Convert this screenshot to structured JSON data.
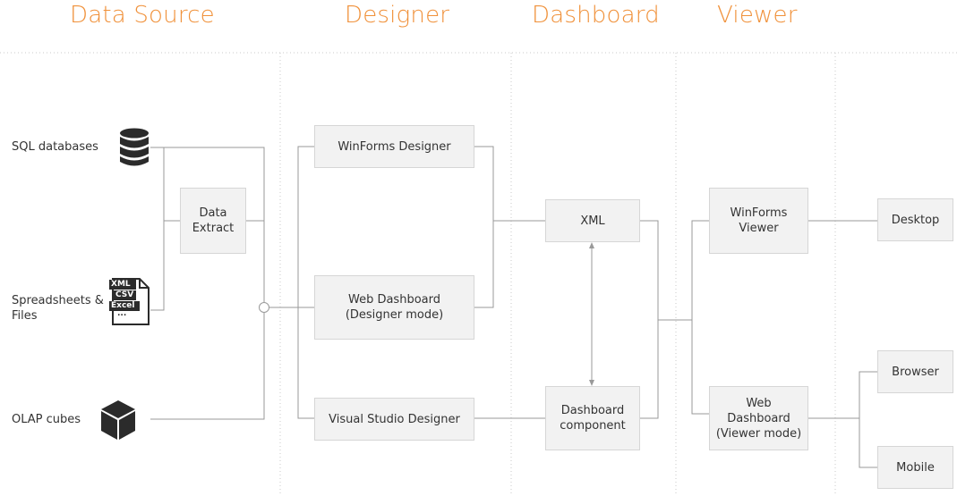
{
  "headers": {
    "data_source": "Data Source",
    "designer": "Designer",
    "dashboard": "Dashboard",
    "viewer": "Viewer"
  },
  "sources": {
    "sql": "SQL databases",
    "files": "Spreadsheets &\nFiles",
    "olap": "OLAP cubes"
  },
  "file_icon": {
    "xml": "XML",
    "csv": "CSV",
    "excel": "Excel",
    "more": "..."
  },
  "boxes": {
    "data_extract": "Data\nExtract",
    "winforms_designer": "WinForms Designer",
    "web_dashboard_designer": "Web Dashboard\n(Designer mode)",
    "vs_designer": "Visual Studio Designer",
    "xml": "XML",
    "dashboard_component": "Dashboard\ncomponent",
    "winforms_viewer": "WinForms\nViewer",
    "web_dashboard_viewer": "Web Dashboard\n(Viewer mode)",
    "desktop": "Desktop",
    "browser": "Browser",
    "mobile": "Mobile"
  },
  "colors": {
    "accent": "#f0913a",
    "line": "#999999",
    "box_fill": "#f2f2f2",
    "box_border": "#d6d6d6",
    "icon": "#2b2b2b"
  },
  "icons": [
    "database-icon",
    "files-icon",
    "cube-icon"
  ]
}
